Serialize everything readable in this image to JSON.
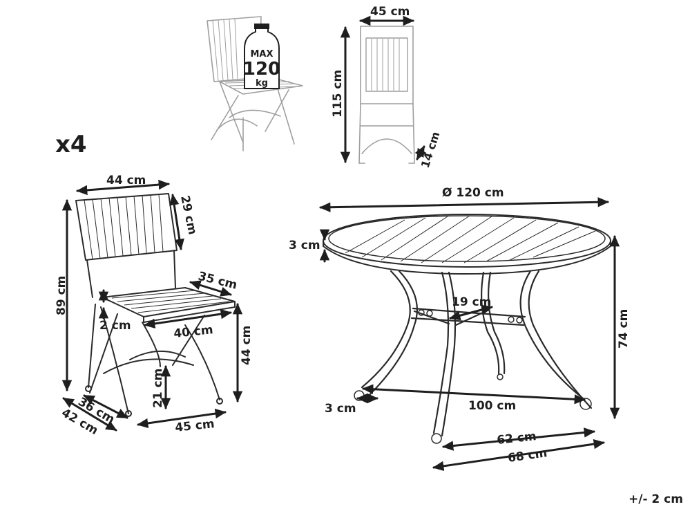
{
  "quantity": "x4",
  "tolerance": "+/- 2 cm",
  "weight_badge": {
    "top": "MAX",
    "value": "120",
    "unit": "kg"
  },
  "colors": {
    "ink": "#1e1e1e",
    "background": "#ffffff"
  },
  "chair_side_view": {
    "width_top": "45 cm",
    "height": "115 cm",
    "folded_depth": "14 cm"
  },
  "chair": {
    "backrest_width": "44 cm",
    "backrest_height": "29 cm",
    "total_height": "89 cm",
    "seat_depth": "35 cm",
    "seat_thickness": "2 cm",
    "seat_width": "40 cm",
    "seat_height": "44 cm",
    "footrest_height": "21 cm",
    "leg_depth_inner": "36 cm",
    "leg_depth_outer": "42 cm",
    "leg_width": "45 cm"
  },
  "table": {
    "diameter": "Ø 120 cm",
    "top_thickness": "3 cm",
    "height": "74 cm",
    "center_ring": "19 cm",
    "foot": "3 cm",
    "base_span": "100 cm",
    "leg_inner": "62 cm",
    "leg_outer": "68 cm"
  }
}
